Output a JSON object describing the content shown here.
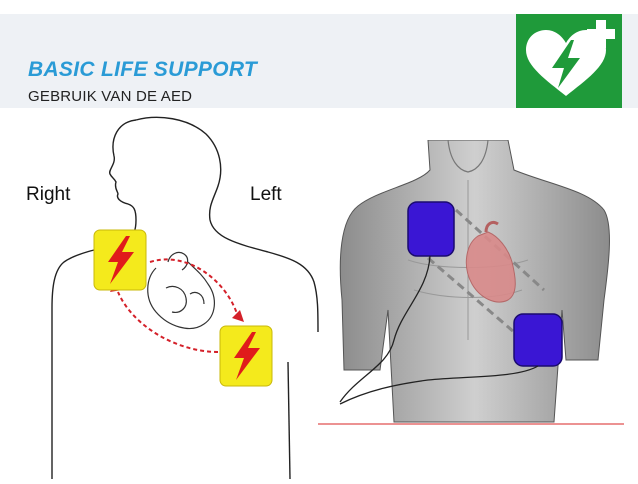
{
  "slide": {
    "title": "BASIC LIFE SUPPORT",
    "subtitle": "GEBRUIK VAN DE AED"
  },
  "diagram": {
    "label_right": "Right",
    "label_left": "Left"
  },
  "colors": {
    "title": "#2a9bd6",
    "logo_green": "#1f9a3a",
    "pad_yellow": "#f4ea1c",
    "bolt_red": "#e01b1b",
    "pad_blue": "#3a16d4"
  },
  "icons": [
    "aed-heart-icon",
    "plus-icon",
    "lightning-bolt-icon"
  ]
}
